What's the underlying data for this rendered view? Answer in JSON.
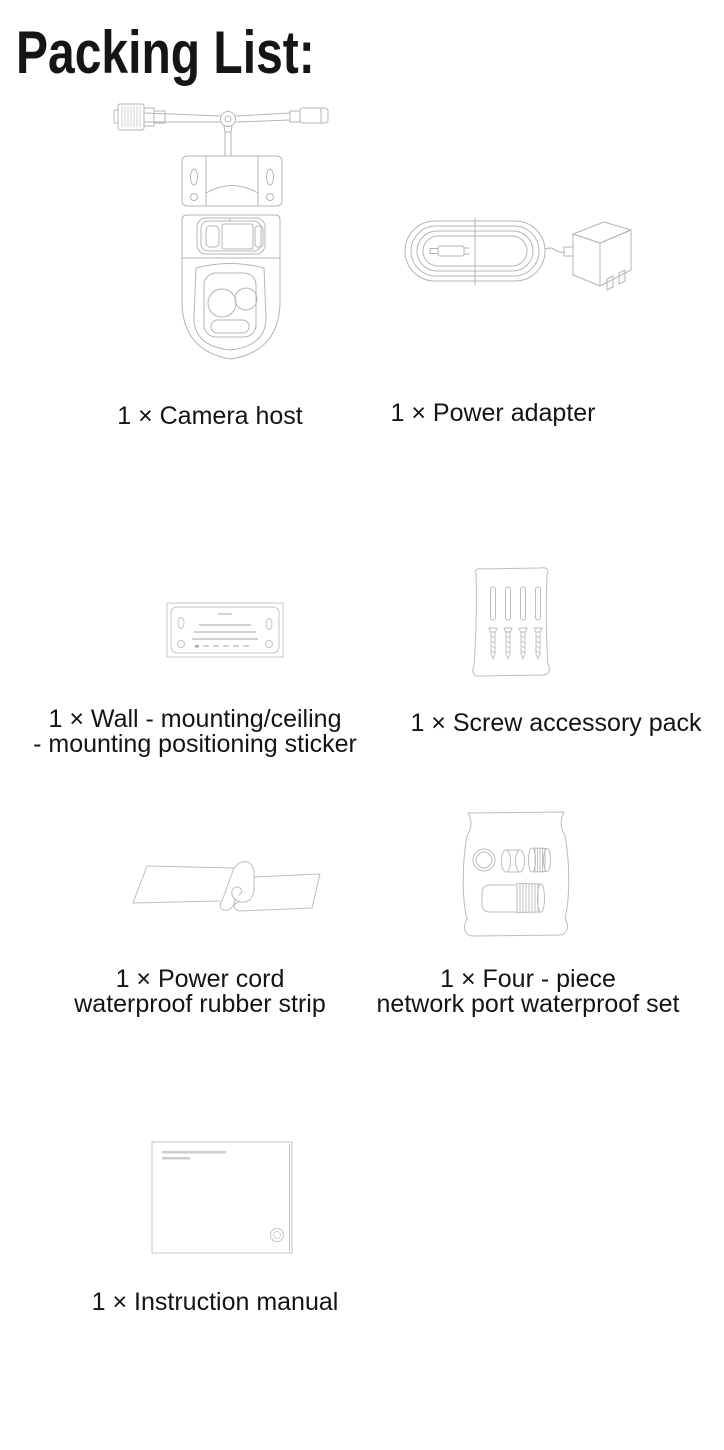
{
  "page": {
    "title": "Packing List:"
  },
  "colors": {
    "background": "#ffffff",
    "text": "#141414",
    "line_art": "#b5b5b5",
    "faint_detail": "#cccccc"
  },
  "items": [
    {
      "id": "camera-host",
      "label": "1 × Camera host",
      "drawing": "camera-host-illustration"
    },
    {
      "id": "power-adapter",
      "label": "1 × Power adapter",
      "drawing": "power-adapter-illustration"
    },
    {
      "id": "positioning-sticker",
      "label": "1 × Wall - mounting/ceiling\n- mounting positioning sticker",
      "drawing": "positioning-sticker-illustration"
    },
    {
      "id": "screw-pack",
      "label": "1 × Screw accessory pack",
      "drawing": "screw-accessory-pack-illustration"
    },
    {
      "id": "rubber-strip",
      "label": "1 × Power cord\nwaterproof rubber strip",
      "drawing": "waterproof-rubber-strip-illustration"
    },
    {
      "id": "network-set",
      "label": "1 × Four - piece\nnetwork port waterproof set",
      "drawing": "network-port-waterproof-set-illustration"
    },
    {
      "id": "instruction-manual",
      "label": "1 × Instruction manual",
      "drawing": "instruction-manual-illustration"
    }
  ]
}
